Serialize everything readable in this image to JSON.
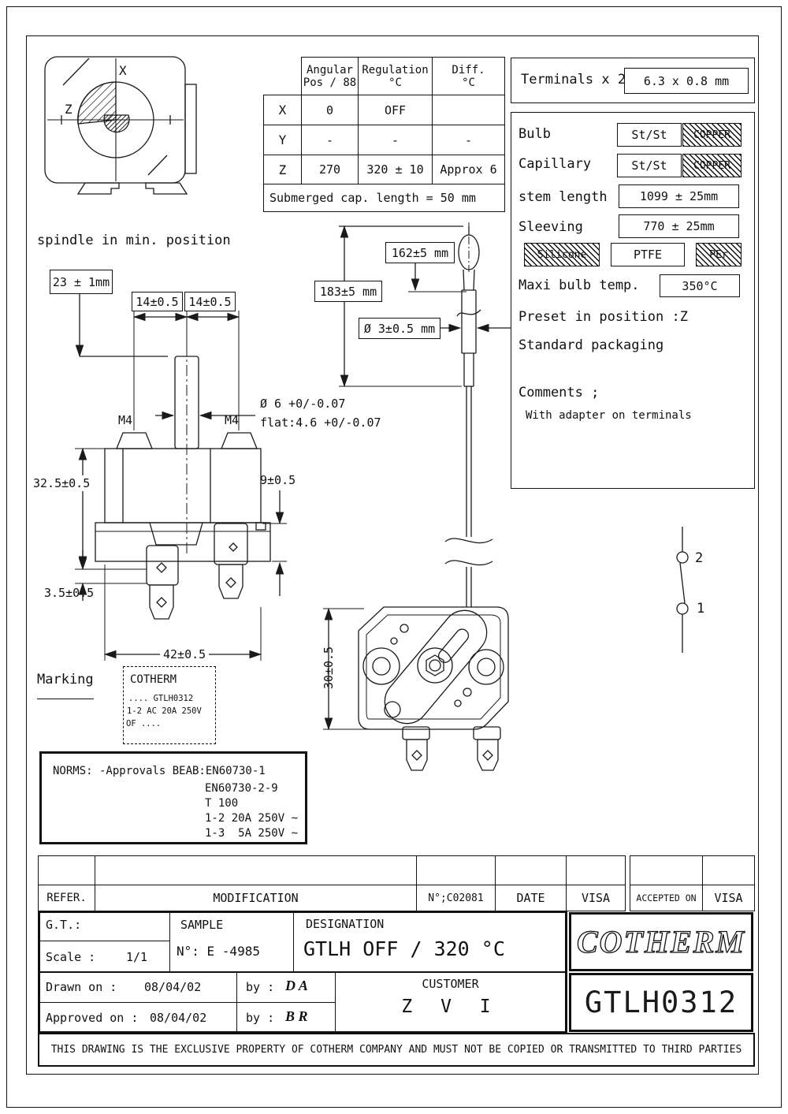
{
  "angular_table": {
    "header_angular_1": "Angular",
    "header_angular_2": "Pos / 88",
    "header_regulation_1": "Regulation",
    "header_regulation_2": "°C",
    "header_diff_1": "Diff.",
    "header_diff_2": "°C",
    "rows": [
      {
        "pos": "X",
        "angular": "0",
        "regulation": "OFF",
        "diff": ""
      },
      {
        "pos": "Y",
        "angular": "-",
        "regulation": "-",
        "diff": "-"
      },
      {
        "pos": "Z",
        "angular": "270",
        "regulation": "320 ± 10",
        "diff": "Approx 6"
      }
    ],
    "footer": "Submerged cap. length = 50 mm"
  },
  "terminals_panel": {
    "label": "Terminals x 2",
    "value": "6.3 x 0.8 mm"
  },
  "spec_panel": {
    "bulb_label": "Bulb",
    "bulb_value": "St/St",
    "bulb_rejected": "COPPER",
    "capillary_label": "Capillary",
    "capillary_value": "St/St",
    "capillary_rejected": "COPPER",
    "stem_length_label": "stem length",
    "stem_length_value": "1099 ± 25mm",
    "sleeving_label": "Sleeving",
    "sleeving_value": "770 ± 25mm",
    "sleeving_rejected_1": "Silicone",
    "sleeving_selected": "PTFE",
    "sleeving_rejected_2": "PEr",
    "maxi_bulb_temp_label": "Maxi bulb temp.",
    "maxi_bulb_temp_value": "350°C",
    "preset_note": "Preset in position :Z",
    "packaging_note": "Standard packaging",
    "comments_label": "Comments ;",
    "comments_text": "With adapter on terminals"
  },
  "drawing": {
    "spindle_caption": "spindle in min. position",
    "axis_x": "X",
    "axis_z": "Z",
    "m4_left": "M4",
    "m4_right": "M4",
    "terminal_2": "2",
    "terminal_1": "1"
  },
  "dimensions": {
    "spindle_height": "23 ± 1mm",
    "screw_span_left": "14±0.5",
    "screw_span_right": "14±0.5",
    "shaft_dia": "Ø 6 +0/-0.07",
    "shaft_flat": "flat:4.6 +0/-0.07",
    "body_height": "32.5±0.5",
    "terminal_offset": "9±0.5",
    "flange_thickness": "3.5±0.5",
    "body_width": "42±0.5",
    "bulb_len_162": "162±5 mm",
    "bulb_len_183": "183±5 mm",
    "capillary_dia": "Ø 3±0.5 mm",
    "rear_height": "30±0.5"
  },
  "marking": {
    "title": "Marking",
    "line1": "COTHERM",
    "line2": ".... GTLH0312",
    "line3": "1-2 AC 20A 250V",
    "line4": "OF ...."
  },
  "norms": {
    "line1": "NORMS: -Approvals BEAB:EN60730-1",
    "line2": "EN60730-2-9",
    "line3": "T 100",
    "line4": "1-2 20A 250V ~",
    "line5": "1-3  5A 250V ~"
  },
  "title_block": {
    "refer": "REFER.",
    "modification": "MODIFICATION",
    "number": "N°;C02081",
    "date": "DATE",
    "visa1": "VISA",
    "accepted_on": "ACCEPTED ON",
    "visa2": "VISA",
    "gt": "G.T.:",
    "scale_label": "Scale :",
    "scale_value": "1/1",
    "sample_label": "SAMPLE",
    "sample_value": "N°: E -4985",
    "designation_label": "DESIGNATION",
    "designation_value": "GTLH OFF / 320 °C",
    "logo": "COTHERM",
    "drawn_on_label": "Drawn on :",
    "drawn_on_value": "08/04/02",
    "drawn_by_label": "by :",
    "drawn_by_value": "D A",
    "approved_on_label": "Approved on :",
    "approved_on_value": "08/04/02",
    "approved_by_label": "by :",
    "approved_by_value": "B R",
    "customer_label": "CUSTOMER",
    "customer_value": "Z V I",
    "part_number": "GTLH0312",
    "disclaimer": "THIS DRAWING IS THE EXCLUSIVE PROPERTY OF COTHERM COMPANY AND MUST NOT BE COPIED OR TRANSMITTED TO THIRD PARTIES"
  }
}
